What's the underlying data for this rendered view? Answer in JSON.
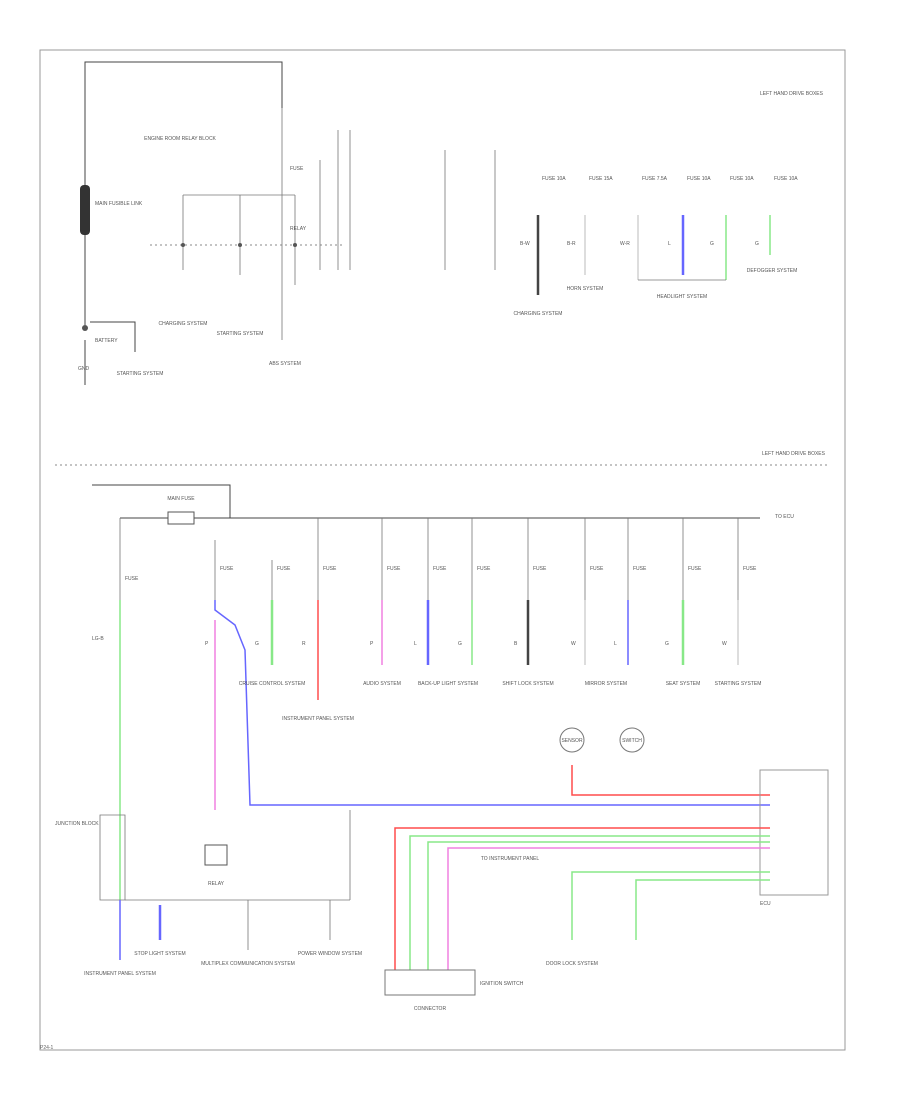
{
  "colors": {
    "black": "#444444",
    "green": "#88e888",
    "blue": "#6666ff",
    "pink": "#f080e0",
    "red": "#ff4d4d",
    "gray": "#9a9a9a",
    "frame": "#999999",
    "text": "#555555"
  },
  "top": {
    "box_label": "LEFT HAND DRIVE BOXES",
    "fuse_block_label": "ENGINE ROOM RELAY BLOCK",
    "fusible_link_label": "MAIN FUSIBLE LINK",
    "battery_label": "BATTERY",
    "starter_label": "STARTING SYSTEM",
    "fuse_top_label": "FUSE",
    "relay_label": "RELAY",
    "ground_label": "GND",
    "left_outputs": [
      {
        "id": "l1",
        "label": "CHARGING SYSTEM"
      },
      {
        "id": "l2",
        "label": "STARTING SYSTEM"
      },
      {
        "id": "l3",
        "label": "ABS SYSTEM"
      }
    ],
    "right_fuses": [
      {
        "id": "f1",
        "label": "FUSE 10A",
        "wire": "B-W"
      },
      {
        "id": "f2",
        "label": "FUSE 15A",
        "wire": "B-R"
      },
      {
        "id": "f3",
        "label": "FUSE 7.5A",
        "wire": "W-R"
      },
      {
        "id": "f4",
        "label": "FUSE 10A",
        "wire": "L"
      },
      {
        "id": "f5",
        "label": "FUSE 10A",
        "wire": "G"
      },
      {
        "id": "f6",
        "label": "FUSE 10A",
        "wire": "G"
      }
    ],
    "right_outputs": [
      {
        "id": "r1",
        "label": "CHARGING SYSTEM"
      },
      {
        "id": "r2",
        "label": "HORN SYSTEM"
      },
      {
        "id": "r3",
        "label": "HEADLIGHT SYSTEM"
      },
      {
        "id": "r4",
        "label": "DEFOGGER SYSTEM"
      }
    ]
  },
  "bottom": {
    "box_label": "LEFT HAND DRIVE BOXES",
    "main_fuse_label": "MAIN FUSE",
    "right_end_label": "TO ECU",
    "fuses": [
      {
        "id": "b1",
        "label": "FUSE",
        "wire": "LG-B"
      },
      {
        "id": "b2",
        "label": "FUSE",
        "wire": "P"
      },
      {
        "id": "b3",
        "label": "FUSE",
        "wire": "G"
      },
      {
        "id": "b4",
        "label": "FUSE",
        "wire": "R"
      },
      {
        "id": "b5",
        "label": "FUSE",
        "wire": "P"
      },
      {
        "id": "b6",
        "label": "FUSE",
        "wire": "L"
      },
      {
        "id": "b7",
        "label": "FUSE",
        "wire": "G"
      },
      {
        "id": "b8",
        "label": "FUSE",
        "wire": "B"
      },
      {
        "id": "b9",
        "label": "FUSE",
        "wire": "W"
      },
      {
        "id": "b10",
        "label": "FUSE",
        "wire": "L"
      },
      {
        "id": "b11",
        "label": "FUSE",
        "wire": "G"
      },
      {
        "id": "b12",
        "label": "FUSE",
        "wire": "W"
      }
    ],
    "outputs": [
      {
        "id": "o1",
        "label": "CRUISE CONTROL SYSTEM"
      },
      {
        "id": "o2",
        "label": "INSTRUMENT PANEL SYSTEM"
      },
      {
        "id": "o3",
        "label": "AUDIO SYSTEM"
      },
      {
        "id": "o4",
        "label": "BACK-UP LIGHT SYSTEM"
      },
      {
        "id": "o5",
        "label": "SHIFT LOCK SYSTEM"
      },
      {
        "id": "o6",
        "label": "MIRROR SYSTEM"
      },
      {
        "id": "o7",
        "label": "SEAT SYSTEM"
      },
      {
        "id": "o8",
        "label": "STARTING SYSTEM"
      }
    ],
    "junction_label": "JUNCTION BLOCK",
    "ignition_label": "IGNITION SWITCH",
    "relay_label": "RELAY",
    "lower_outputs": [
      {
        "id": "lo1",
        "label": "INSTRUMENT PANEL SYSTEM"
      },
      {
        "id": "lo2",
        "label": "STOP LIGHT SYSTEM"
      },
      {
        "id": "lo3",
        "label": "MULTIPLEX COMMUNICATION SYSTEM"
      },
      {
        "id": "lo4",
        "label": "POWER WINDOW SYSTEM"
      },
      {
        "id": "lo5",
        "label": "TO INSTRUMENT PANEL"
      },
      {
        "id": "lo6",
        "label": "DOOR LOCK SYSTEM"
      }
    ],
    "ecu_label": "ECU",
    "sensor_labels": [
      "SENSOR",
      "SWITCH"
    ],
    "connector_label": "CONNECTOR",
    "page_number": "P24-1"
  }
}
